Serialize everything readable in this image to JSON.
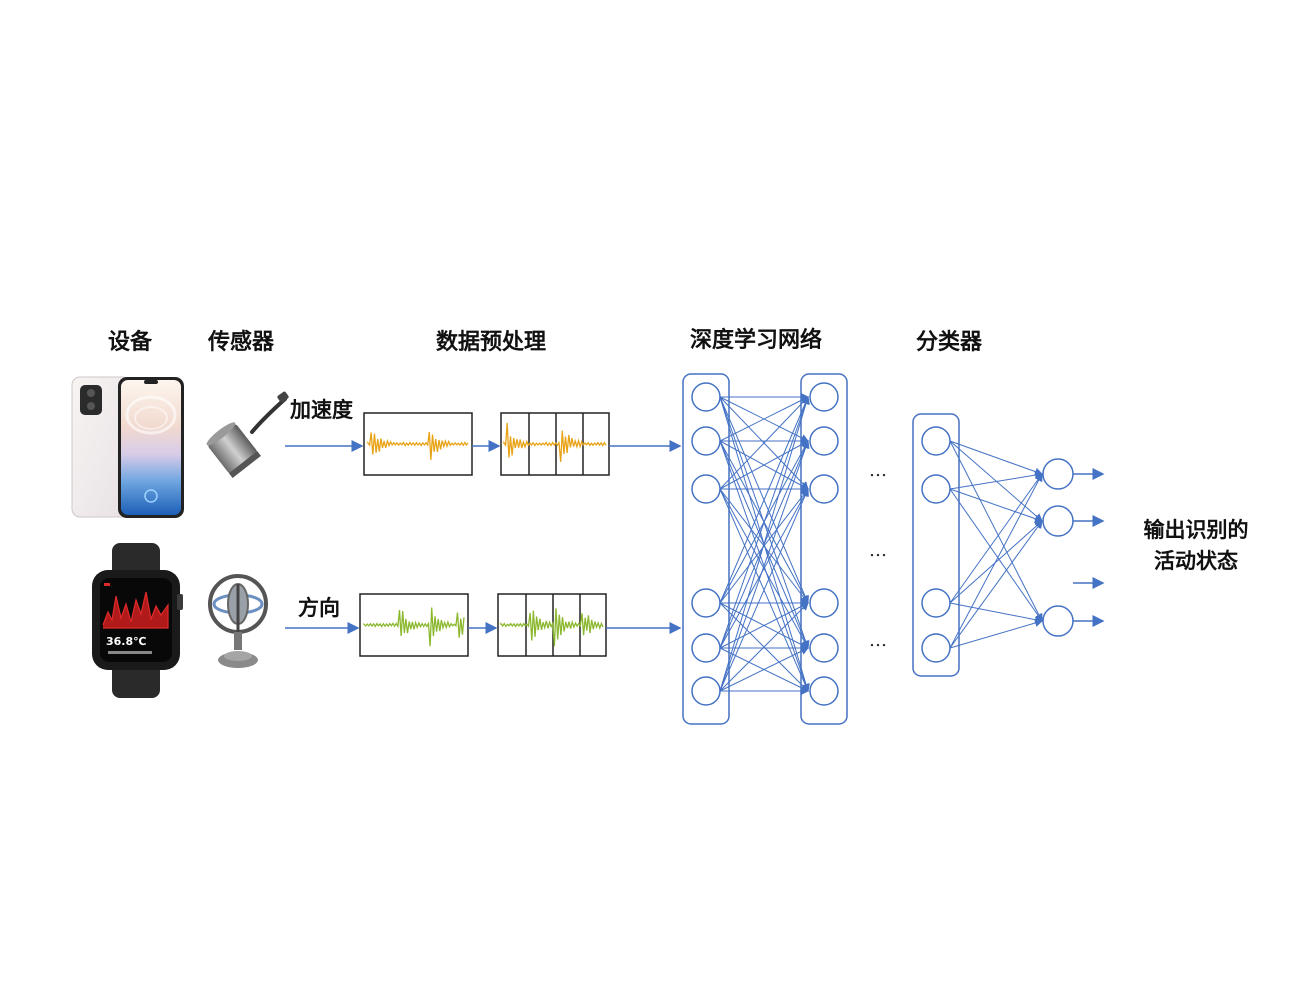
{
  "headers": {
    "device": "设备",
    "sensor": "传感器",
    "preprocess": "数据预处理",
    "deep_network": "深度学习网络",
    "classifier": "分类器"
  },
  "signals": {
    "accel_label": "加速度",
    "orient_label": "方向"
  },
  "output_label": {
    "line1": "输出识别的",
    "line2": "活动状态"
  },
  "ellipsis": "…",
  "watch_screen": {
    "temperature": "36.8℃"
  },
  "colors": {
    "network_blue": "#4472c4",
    "accel_wave": "#e8a317",
    "orient_wave": "#8bb82e",
    "frame": "#222222"
  }
}
